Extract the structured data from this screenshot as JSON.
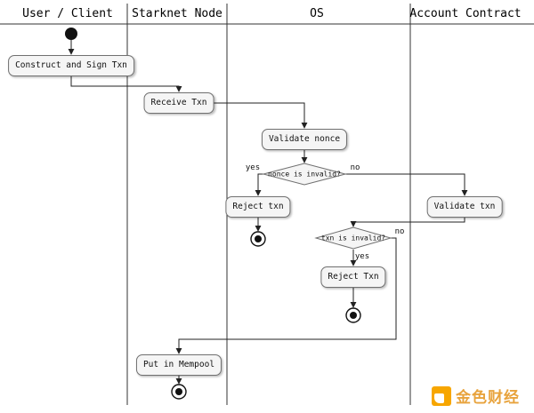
{
  "diagram": {
    "lanes": [
      {
        "title": "User / Client"
      },
      {
        "title": "Starknet Node"
      },
      {
        "title": "OS"
      },
      {
        "title": "Account Contract"
      }
    ],
    "nodes": {
      "construct": "Construct and Sign Txn",
      "receive": "Receive Txn",
      "validate_nonce": "Validate nonce",
      "nonce_decision": "nonce is invalid?",
      "reject_nonce": "Reject txn",
      "validate_txn": "Validate txn",
      "txn_decision": "txn is invalid?",
      "reject_txn": "Reject Txn",
      "mempool": "Put in Mempool"
    },
    "edge_labels": {
      "nonce_yes": "yes",
      "nonce_no": "no",
      "txn_yes": "yes",
      "txn_no": "no"
    },
    "colors": {
      "node_fill": "#f5f5f5",
      "node_border": "#707070",
      "line": "#333333"
    }
  },
  "watermark": {
    "text": "金色财经",
    "text_color": "#E8A33D",
    "logo_color": "#F7A600"
  }
}
